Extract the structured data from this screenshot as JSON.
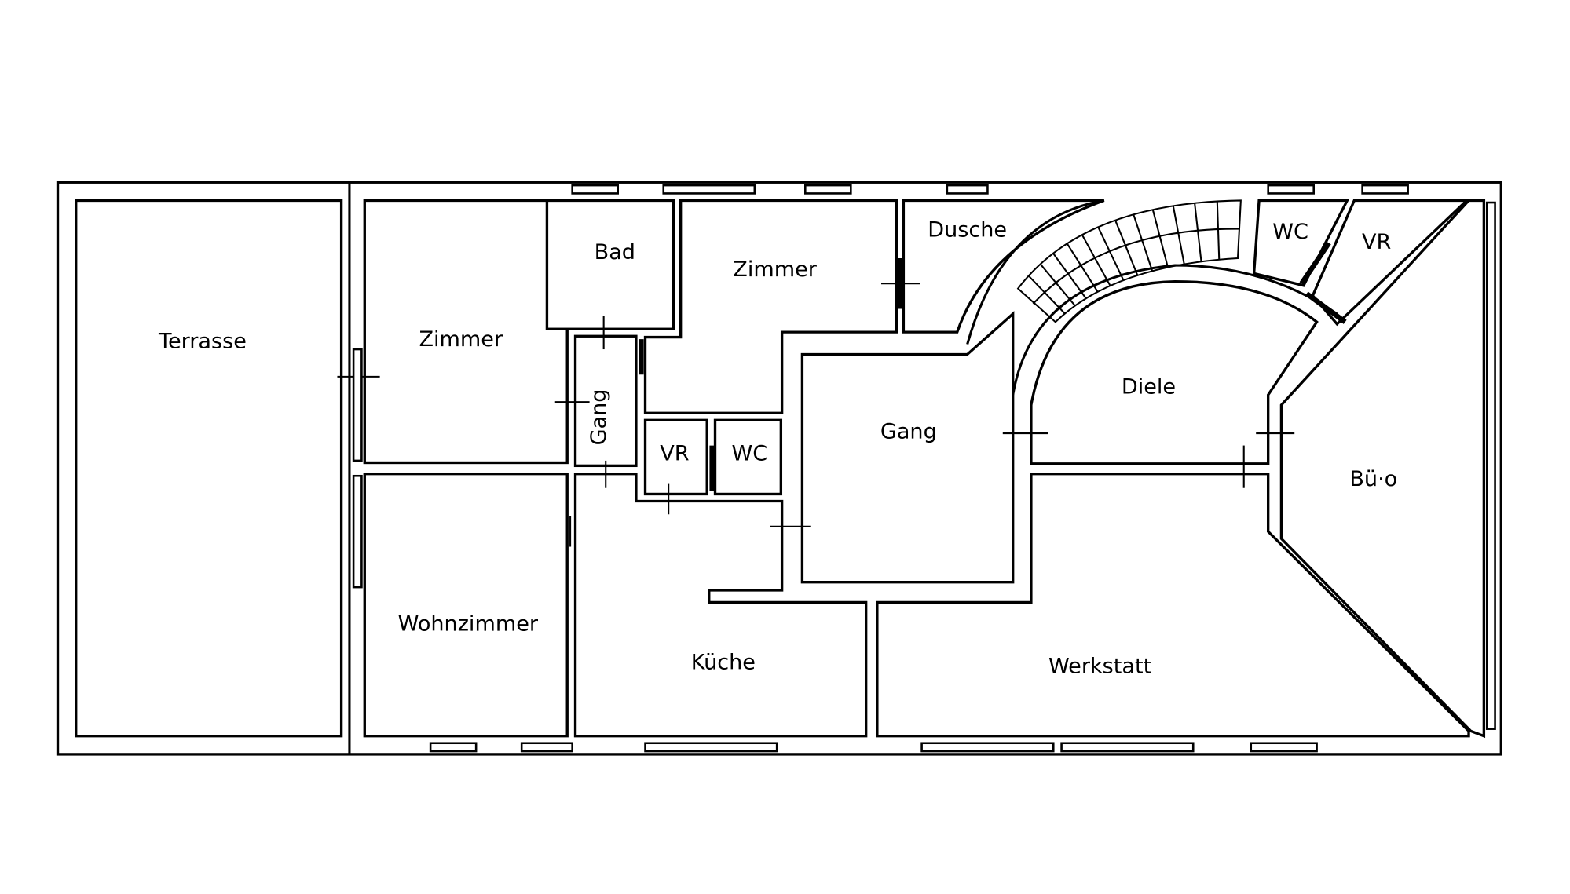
{
  "plan": {
    "colors": {
      "line": "#000000",
      "background": "#ffffff"
    },
    "rooms": {
      "terrasse": "Terrasse",
      "zimmer_left": "Zimmer",
      "wohnzimmer": "Wohnzimmer",
      "bad": "Bad",
      "zimmer_top": "Zimmer",
      "gang_small": "Gang",
      "vr_left": "VR",
      "wc_left": "WC",
      "kueche": "Küche",
      "gang": "Gang",
      "dusche": "Dusche",
      "diele": "Diele",
      "wc_right": "WC",
      "vr_right": "VR",
      "buero": "Bü·o",
      "werkstatt": "Werkstatt"
    },
    "stair_steps": 13
  }
}
